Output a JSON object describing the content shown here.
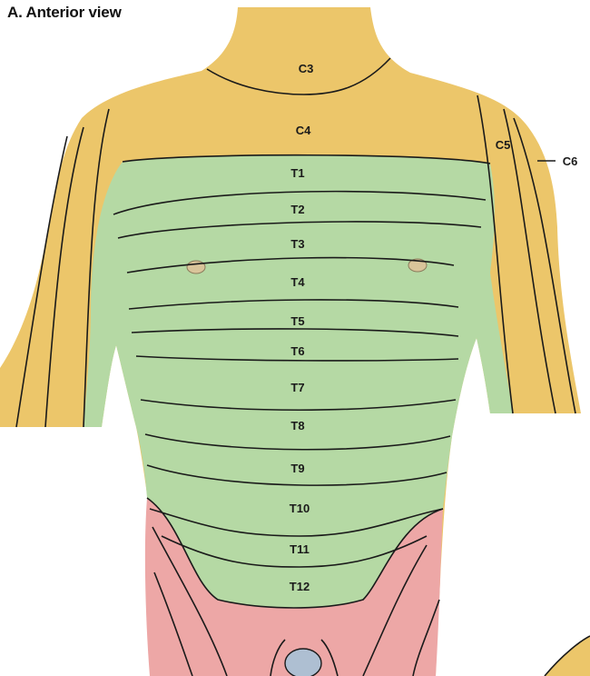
{
  "title": "A. Anterior view",
  "colors": {
    "cervical": "#ecc66a",
    "thoracic": "#b5d9a4",
    "lumbar": "#eda7a6",
    "genital": "#aebfd2",
    "line": "#1a1a1a",
    "background": "#ffffff"
  },
  "dermatomes": {
    "cervical": [
      "C3",
      "C4",
      "C5",
      "C6"
    ],
    "thoracic": [
      "T1",
      "T2",
      "T3",
      "T4",
      "T5",
      "T6",
      "T7",
      "T8",
      "T9",
      "T10",
      "T11",
      "T12"
    ]
  }
}
